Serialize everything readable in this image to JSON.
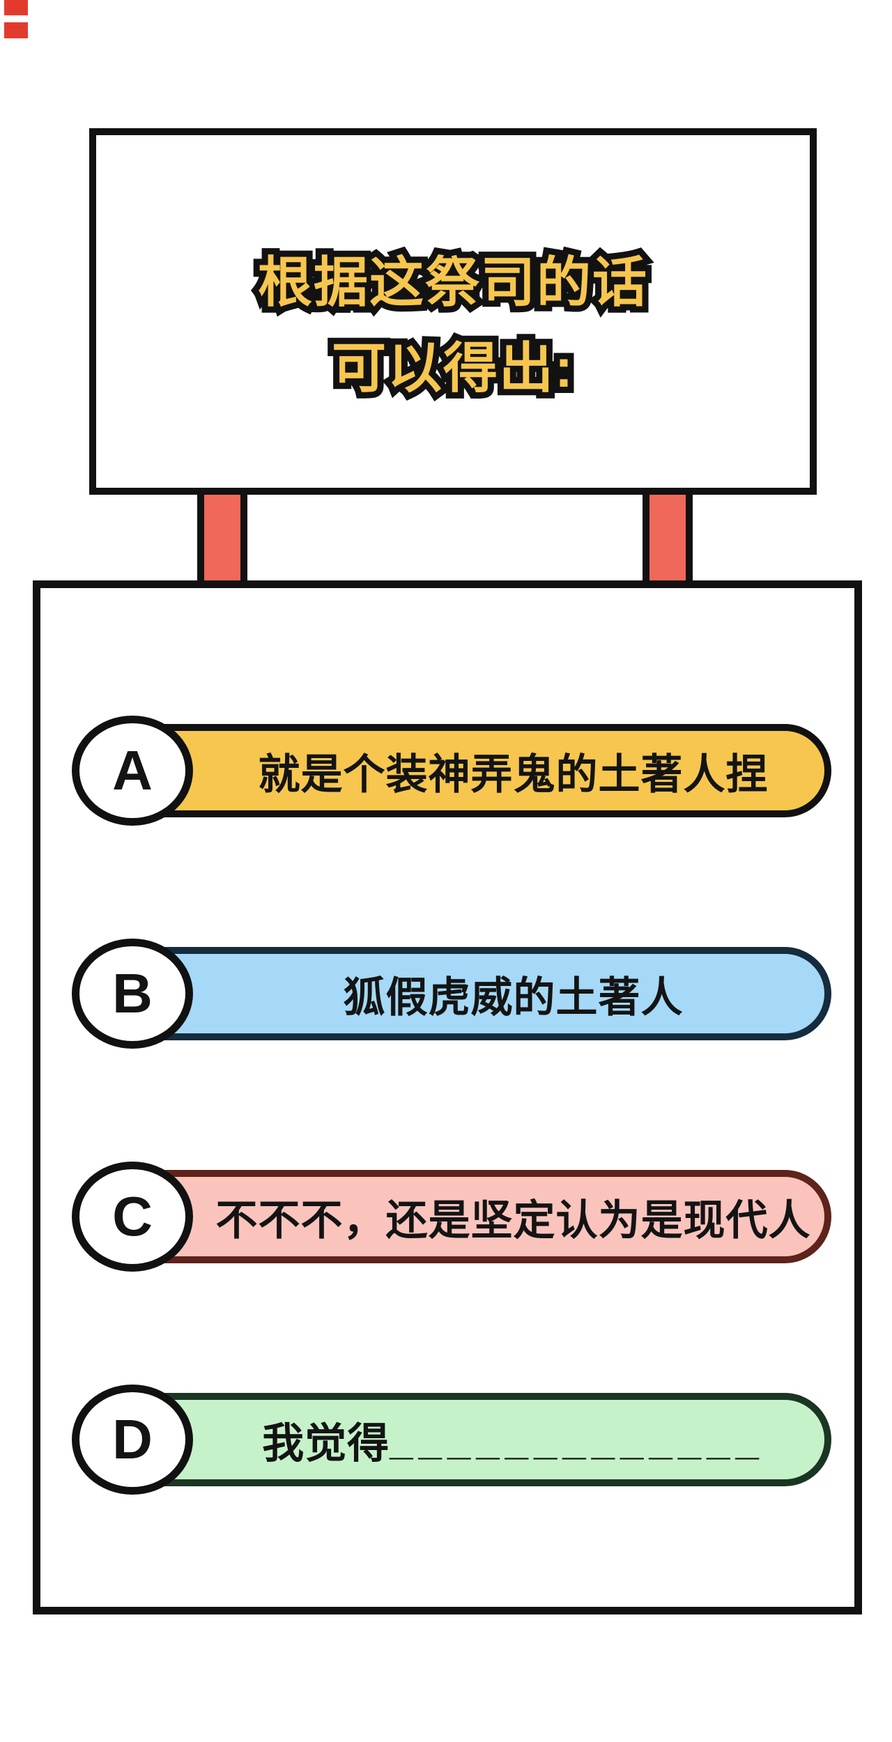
{
  "page": {
    "background": "#ffffff",
    "corner_mark_color": "#e23b2e"
  },
  "sign": {
    "title_line1": "根据这祭司的话",
    "title_line2": "可以得出:",
    "title_color": "#F6C64F",
    "title_outline_color": "#121212",
    "post_color": "#F0685A"
  },
  "quiz": {
    "options": [
      {
        "letter": "A",
        "label": "就是个装神弄鬼的土著人捏",
        "blank": "",
        "fill": "#F6C64F",
        "border": "#111111"
      },
      {
        "letter": "B",
        "label": "狐假虎威的土著人",
        "blank": "",
        "fill": "#A5D9F7",
        "border": "#152C3E"
      },
      {
        "letter": "C",
        "label": "不不不，还是坚定认为是现代人",
        "blank": "",
        "fill": "#FAC4BD",
        "border": "#5E231A"
      },
      {
        "letter": "D",
        "label": "我觉得",
        "blank": "_____________",
        "fill": "#C6F2C9",
        "border": "#1B3523"
      }
    ]
  }
}
